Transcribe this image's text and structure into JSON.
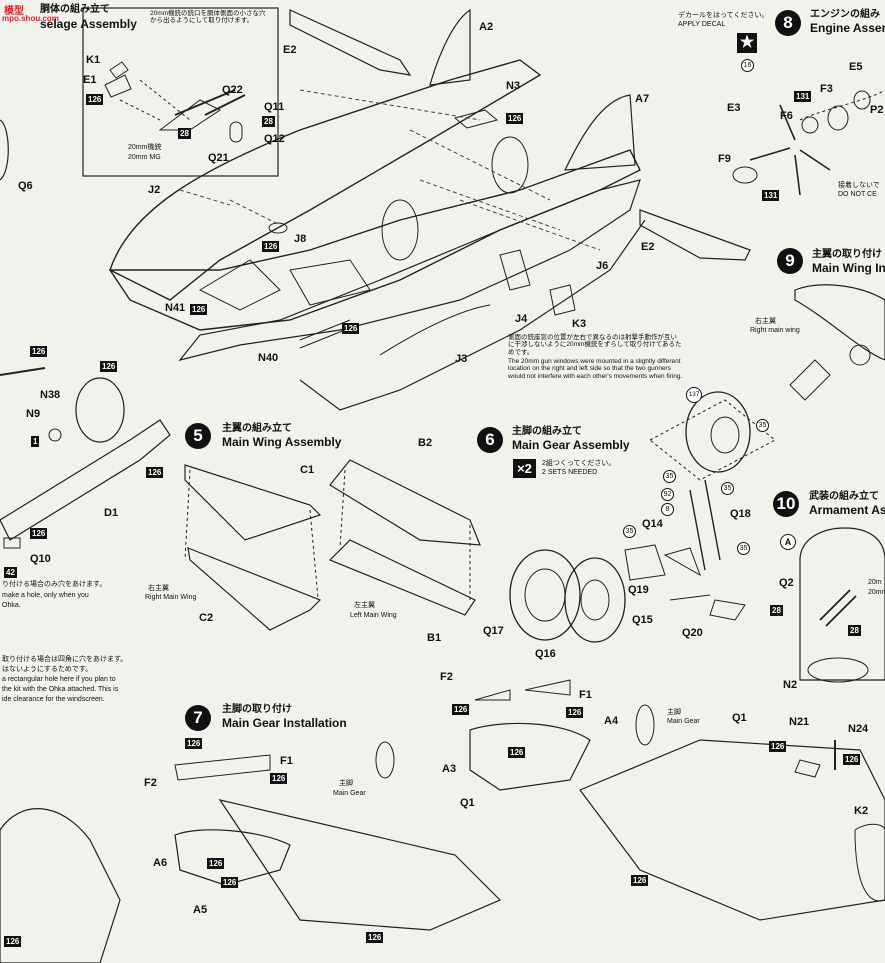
{
  "watermark": {
    "line1": "模型",
    "line2": "mpo.shou.com"
  },
  "fuselage": {
    "title_en": "selage Assembly",
    "title_ja": "胴体の組み立て",
    "note_ja": "20mm機銃の銃口を胴体側面の小さな穴から出るようにして取り付けます。",
    "gun_ja": "20mm機銃",
    "gun_en": "20mm MG",
    "parts": [
      "K1",
      "E1",
      "Q22",
      "Q11",
      "Q12",
      "Q21",
      "E2",
      "A2",
      "N3",
      "A7",
      "J2",
      "J8",
      "J6",
      "N41",
      "N40",
      "J4",
      "J3",
      "K3",
      "Q6"
    ],
    "window_note_ja": "側面の銃座窓の位置が左右で異なるのは射撃手動作が互いに干渉しないように20mm機銃をずらして取り付けてあるためです。",
    "window_note_en": "The 20mm gun windows were mounted in a slightly different location on the right and left side so that the two gunners would not interfere with each other's movements when firing."
  },
  "decal": {
    "ja": "デカールをはってください。",
    "en": "APPLY DECAL",
    "num": "16"
  },
  "step8": {
    "num": "8",
    "ja": "エンジンの組み",
    "en": "Engine Assem",
    "parts": [
      "E5",
      "F3",
      "P2",
      "E3",
      "F6",
      "F9"
    ],
    "warn_ja": "接着しないで",
    "warn_en": "DO NOT CE"
  },
  "step9": {
    "num": "9",
    "ja": "主翼の取り付け",
    "en": "Main Wing In",
    "right_ja": "右主翼",
    "right_en": "Right main wing"
  },
  "step5": {
    "num": "5",
    "ja": "主翼の組み立て",
    "en": "Main Wing Assembly",
    "parts": [
      "C1",
      "C2",
      "B2",
      "B1"
    ],
    "right_ja": "右主翼",
    "right_en": "Right Main Wing",
    "left_ja": "左主翼",
    "left_en": "Left Main Wing"
  },
  "step6": {
    "num": "6",
    "ja": "主脚の組み立て",
    "en": "Main Gear Assembly",
    "mult": "×2",
    "sets_ja": "2組つくってください。",
    "sets_en": "2 SETS NEEDED",
    "parts": [
      "Q14",
      "Q18",
      "Q19",
      "Q15",
      "Q20",
      "Q17",
      "Q16"
    ]
  },
  "step7": {
    "num": "7",
    "ja": "主脚の取り付け",
    "en": "Main Gear Installation",
    "parts": [
      "F2",
      "F1",
      "A3",
      "Q1",
      "A4",
      "A6",
      "A5"
    ],
    "gear_ja": "主脚",
    "gear_en": "Main Gear"
  },
  "step10": {
    "num": "10",
    "ja": "武装の組み立て",
    "en": "Armament As",
    "sub": "A",
    "parts": [
      "Q2",
      "N2",
      "N21",
      "N24",
      "K2"
    ],
    "mg_ja": "20m",
    "mg_en": "20mm"
  },
  "left_panel": {
    "parts": [
      "N38",
      "N9",
      "D1",
      "Q10"
    ],
    "note1_ja": "り付ける場合のみ穴をあけます。",
    "note1_en1": "make a hole, only when you",
    "note1_en2": "Ohka.",
    "note2_ja": "取り付ける場合は四角に穴をあけます。",
    "note2_ja2": "はないようにするためです。",
    "note2_en1": "a rectangular hole here if you plan to",
    "note2_en2": "the kit with the Ohka attached. This is",
    "note2_en3": "ide clearance for the windscreen."
  },
  "colors": {
    "b126": "126",
    "b28": "28",
    "b131": "131",
    "b137": "137",
    "b35": "35",
    "b92": "92",
    "b8": "8",
    "b42": "42",
    "b1": "1"
  }
}
